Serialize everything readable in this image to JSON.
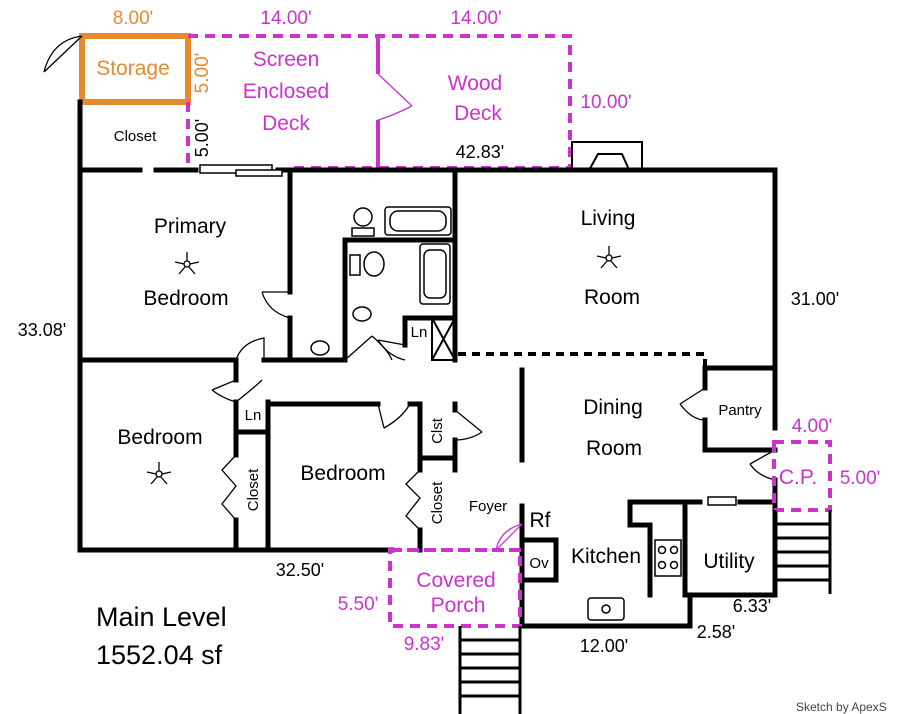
{
  "plan": {
    "rooms": {
      "storage": "Storage",
      "screen_deck_1": "Screen",
      "screen_deck_2": "Enclosed",
      "screen_deck_3": "Deck",
      "wood_deck_1": "Wood",
      "wood_deck_2": "Deck",
      "closet_top": "Closet",
      "primary_1": "Primary",
      "primary_2": "Bedroom",
      "living_1": "Living",
      "living_2": "Room",
      "ln_bath": "Ln",
      "dining_1": "Dining",
      "dining_2": "Room",
      "pantry": "Pantry",
      "cp": "C.P.",
      "bedroom_left": "Bedroom",
      "ln_hall": "Ln",
      "closet_left": "Closet",
      "bedroom_mid": "Bedroom",
      "clst": "Clst",
      "closet_mid": "Closet",
      "foyer": "Foyer",
      "rf": "Rf",
      "ov": "Ov",
      "kitchen": "Kitchen",
      "utility": "Utility",
      "porch_1": "Covered",
      "porch_2": "Porch"
    },
    "dimensions": {
      "storage_w": "8.00'",
      "storage_h": "5.00'",
      "screen_w": "14.00'",
      "screen_h": "5.00'",
      "wood_w": "14.00'",
      "wood_h": "10.00'",
      "deck_total": "42.83'",
      "left_h": "33.08'",
      "right_h": "31.00'",
      "cp_w": "4.00'",
      "cp_h": "5.00'",
      "bottom_w": "32.50'",
      "porch_h": "5.50'",
      "porch_w": "9.83'",
      "kitchen_w": "12.00'",
      "step_h": "2.58'",
      "utility_w": "6.33'"
    },
    "summary": {
      "level": "Main Level",
      "area": "1552.04 sf"
    },
    "credit": "Sketch by ApexS"
  }
}
